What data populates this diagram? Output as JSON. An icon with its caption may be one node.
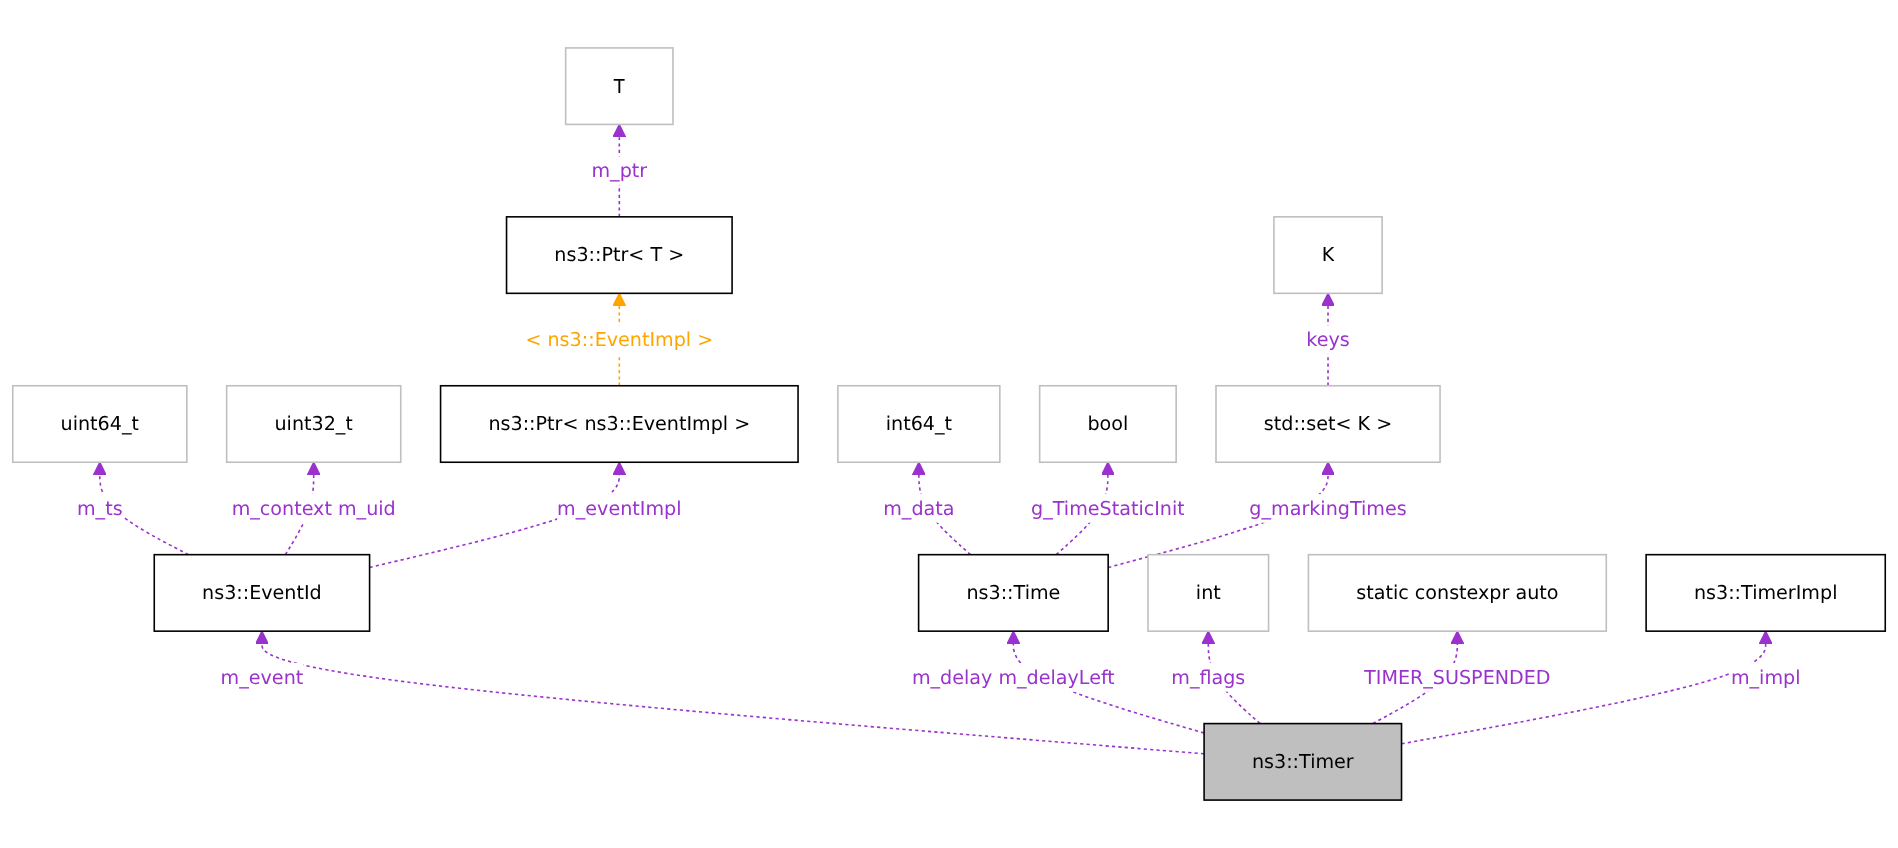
{
  "diagram": {
    "nodes": [
      {
        "text": [
          "T"
        ]
      },
      {
        "text": [
          "ns3::Ptr< T >"
        ]
      },
      {
        "text": [
          "uint64_t"
        ]
      },
      {
        "text": [
          "uint32_t"
        ]
      },
      {
        "text": [
          "ns3::Ptr< ns3::EventImpl >"
        ]
      },
      {
        "text": [
          "int64_t"
        ]
      },
      {
        "text": [
          "bool"
        ]
      },
      {
        "text": [
          "K"
        ]
      },
      {
        "text": [
          "std::set< K >"
        ]
      },
      {
        "text": [
          "ns3::EventId"
        ]
      },
      {
        "text": [
          "ns3::Time"
        ]
      },
      {
        "text": [
          "int"
        ]
      },
      {
        "text": [
          "static constexpr auto"
        ]
      },
      {
        "text": [
          "ns3::TimerImpl"
        ]
      },
      {
        "text": [
          "ns3::Timer"
        ]
      }
    ],
    "edges": [
      {
        "from": 1,
        "to": 0,
        "arrow": "to",
        "label": "m_ptr",
        "style": "dashed"
      },
      {
        "from": 4,
        "to": 1,
        "arrow": "to",
        "label": "< ns3::EventImpl >",
        "style": "dashed",
        "color": "#ffa500"
      },
      {
        "from": 9,
        "to": 2,
        "arrow": "to",
        "label": "m_ts",
        "style": "dashed"
      },
      {
        "from": 9,
        "to": 3,
        "arrow": "to",
        "label": "m_context m_uid",
        "style": "dashed"
      },
      {
        "from": 9,
        "to": 4,
        "arrow": "to",
        "label": "m_eventImpl",
        "style": "dashed"
      },
      {
        "from": 10,
        "to": 5,
        "arrow": "to",
        "label": "m_data",
        "style": "dashed"
      },
      {
        "from": 10,
        "to": 6,
        "arrow": "to",
        "label": "g_TimeStaticInit",
        "style": "dashed"
      },
      {
        "from": 8,
        "to": 7,
        "arrow": "to",
        "label": "keys",
        "style": "dashed"
      },
      {
        "from": 10,
        "to": 8,
        "arrow": "to",
        "label": "g_markingTimes",
        "style": "dashed"
      },
      {
        "from": 14,
        "to": 9,
        "arrow": "to",
        "label": "m_event",
        "style": "dashed"
      },
      {
        "from": 14,
        "to": 10,
        "arrow": "to",
        "label": "m_delay m_delayLeft",
        "style": "dashed"
      },
      {
        "from": 14,
        "to": 11,
        "arrow": "to",
        "label": "m_flags",
        "style": "dashed"
      },
      {
        "from": 14,
        "to": 12,
        "arrow": "to",
        "label": "TIMER_SUSPENDED",
        "style": "dashed"
      },
      {
        "from": 14,
        "to": 13,
        "arrow": "to",
        "label": "m_impl",
        "style": "dashed"
      }
    ]
  }
}
